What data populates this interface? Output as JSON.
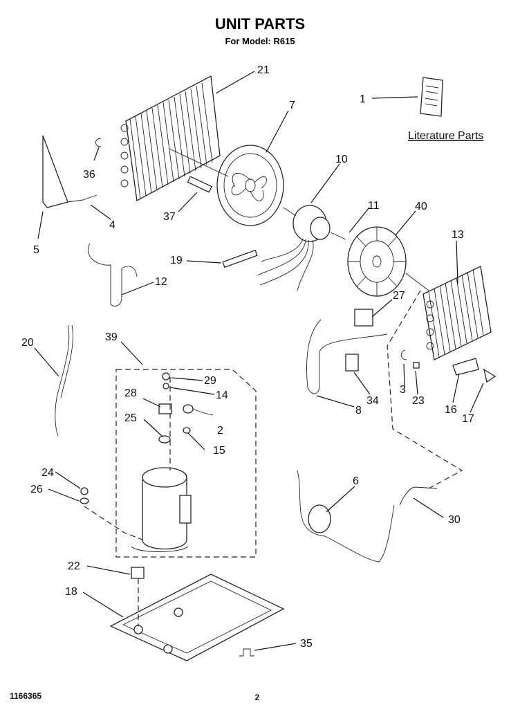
{
  "title": "UNIT PARTS",
  "subtitle": "For Model: R615",
  "literature_label": "Literature Parts",
  "footer_left": "1166365",
  "footer_page": "2",
  "callouts": [
    "21",
    "7",
    "10",
    "1",
    "36",
    "4",
    "5",
    "37",
    "11",
    "40",
    "19",
    "12",
    "13",
    "27",
    "20",
    "39",
    "29",
    "28",
    "14",
    "25",
    "2",
    "15",
    "3",
    "23",
    "34",
    "8",
    "16",
    "17",
    "24",
    "26",
    "6",
    "30",
    "22",
    "18",
    "35"
  ],
  "colors": {
    "ink": "#111111",
    "paper": "#ffffff"
  }
}
